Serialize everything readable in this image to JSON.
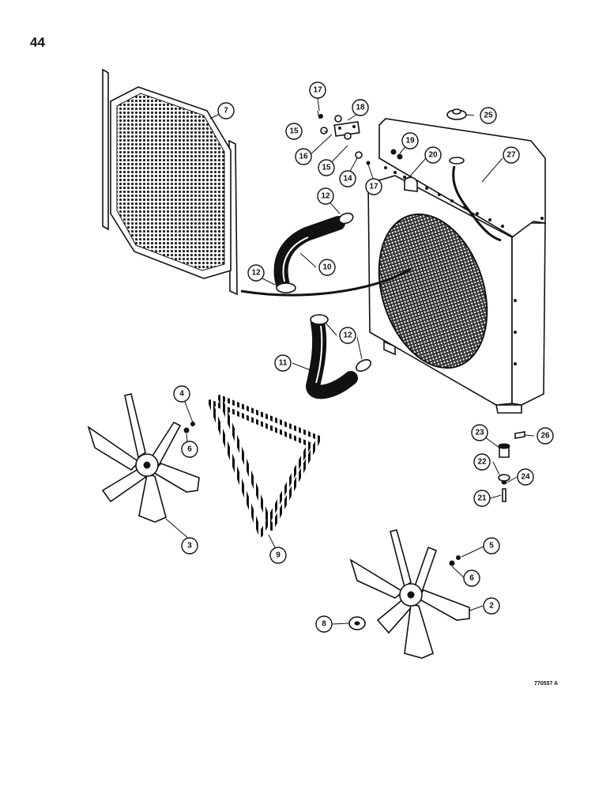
{
  "page": {
    "number": "44",
    "figure_id": "770557 A"
  },
  "callouts": [
    {
      "id": "c2",
      "label": "2"
    },
    {
      "id": "c3",
      "label": "3"
    },
    {
      "id": "c4",
      "label": "4"
    },
    {
      "id": "c5",
      "label": "5"
    },
    {
      "id": "c6a",
      "label": "6"
    },
    {
      "id": "c6b",
      "label": "6"
    },
    {
      "id": "c7",
      "label": "7"
    },
    {
      "id": "c8",
      "label": "8"
    },
    {
      "id": "c9",
      "label": "9"
    },
    {
      "id": "c10",
      "label": "10"
    },
    {
      "id": "c11",
      "label": "11"
    },
    {
      "id": "c12a",
      "label": "12"
    },
    {
      "id": "c12b",
      "label": "12"
    },
    {
      "id": "c12c",
      "label": "12"
    },
    {
      "id": "c14",
      "label": "14"
    },
    {
      "id": "c15a",
      "label": "15"
    },
    {
      "id": "c15b",
      "label": "15"
    },
    {
      "id": "c16",
      "label": "16"
    },
    {
      "id": "c17a",
      "label": "17"
    },
    {
      "id": "c17b",
      "label": "17"
    },
    {
      "id": "c18",
      "label": "18"
    },
    {
      "id": "c19",
      "label": "19"
    },
    {
      "id": "c20",
      "label": "20"
    },
    {
      "id": "c21",
      "label": "21"
    },
    {
      "id": "c22",
      "label": "22"
    },
    {
      "id": "c23",
      "label": "23"
    },
    {
      "id": "c24",
      "label": "24"
    },
    {
      "id": "c25",
      "label": "25"
    },
    {
      "id": "c26",
      "label": "26"
    },
    {
      "id": "c27",
      "label": "27"
    }
  ]
}
